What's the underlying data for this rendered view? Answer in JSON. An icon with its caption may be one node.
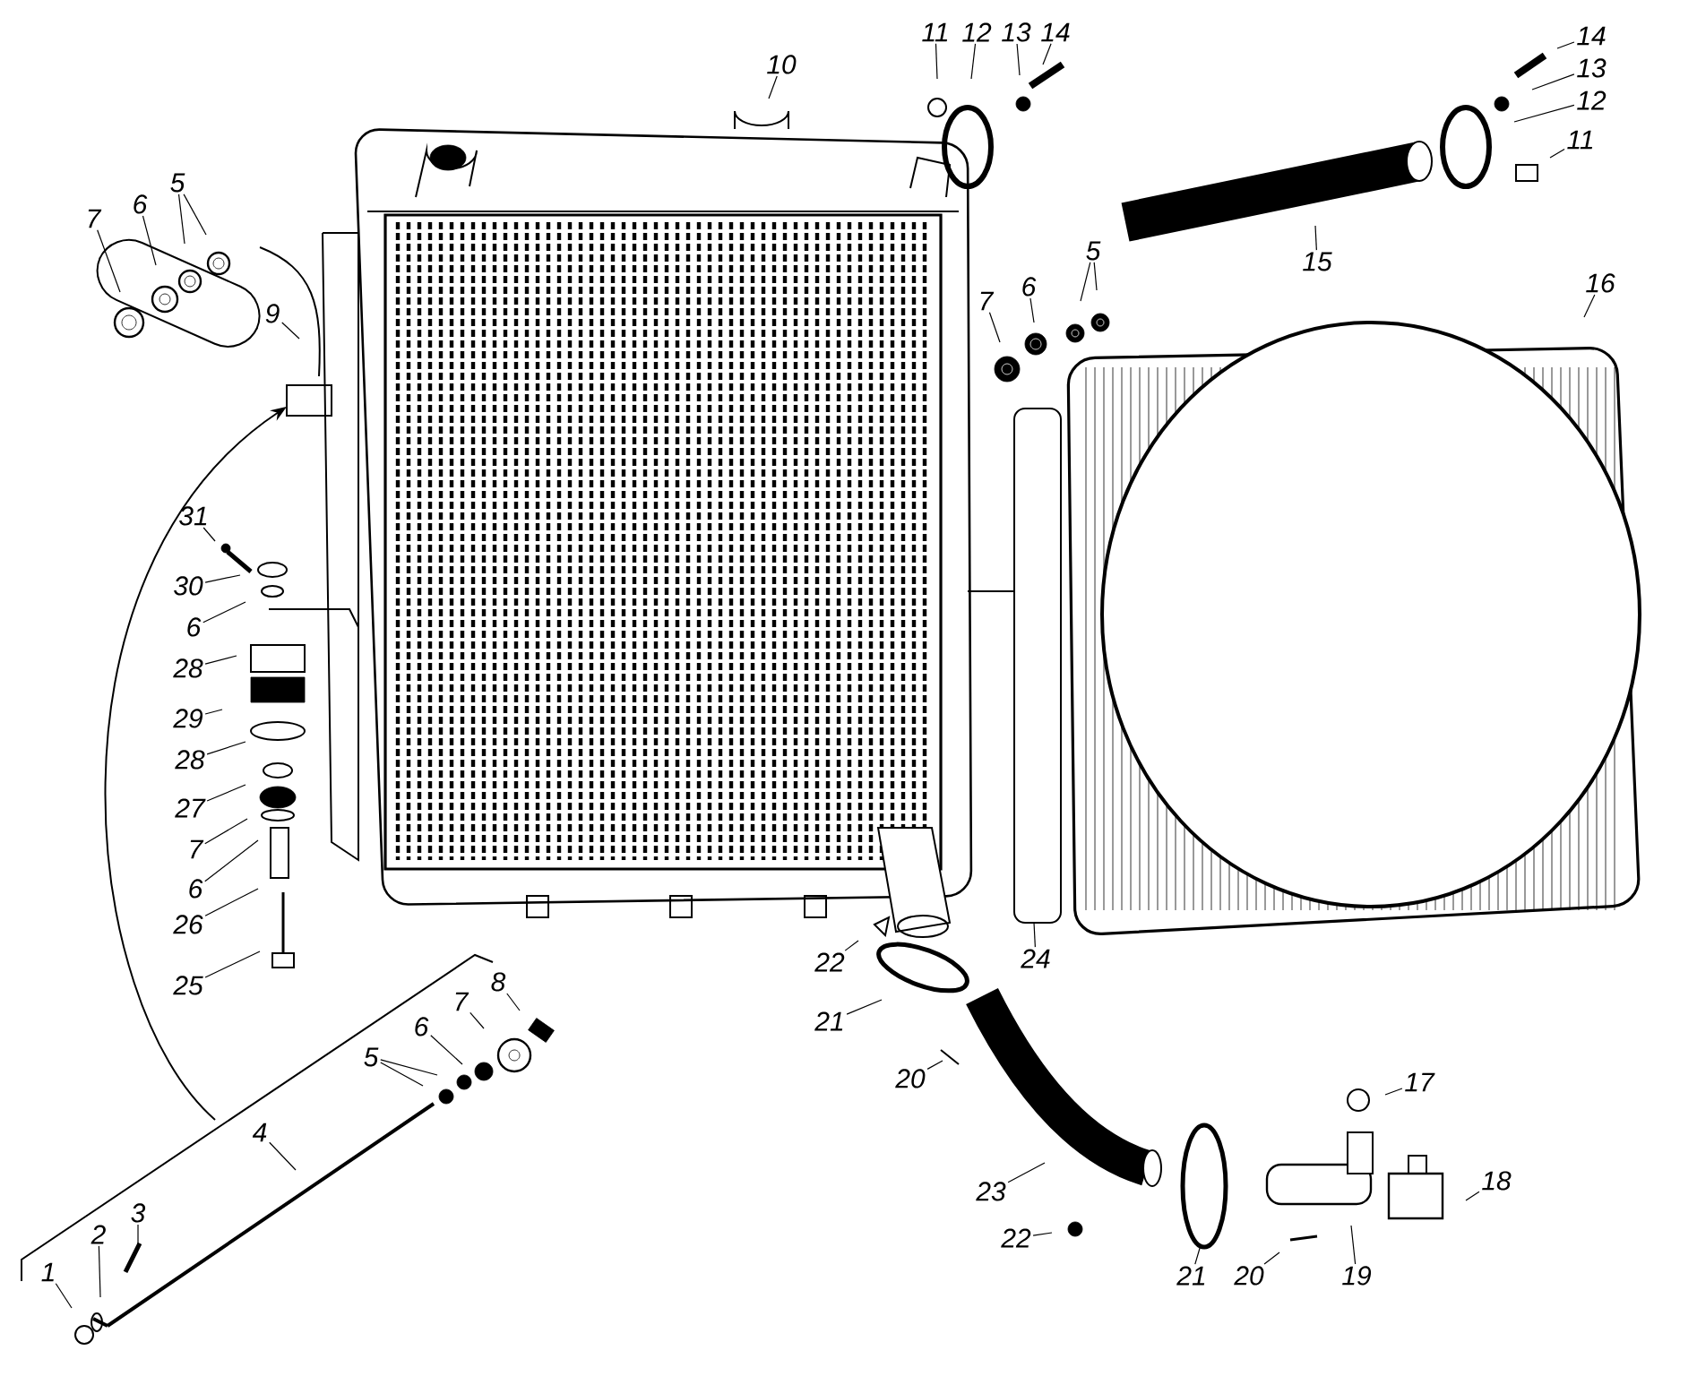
{
  "diagram": {
    "nodes": [
      {
        "text": [
          "11"
        ]
      },
      {
        "text": [
          "12"
        ]
      },
      {
        "text": [
          "13"
        ]
      },
      {
        "text": [
          "14"
        ]
      },
      {
        "text": [
          "14"
        ]
      },
      {
        "text": [
          "10"
        ]
      },
      {
        "text": [
          "13"
        ]
      },
      {
        "text": [
          "12"
        ]
      },
      {
        "text": [
          "11"
        ]
      },
      {
        "text": [
          "5"
        ]
      },
      {
        "text": [
          "6"
        ]
      },
      {
        "text": [
          "7"
        ]
      },
      {
        "text": [
          "15"
        ]
      },
      {
        "text": [
          "5"
        ]
      },
      {
        "text": [
          "16"
        ]
      },
      {
        "text": [
          "6"
        ]
      },
      {
        "text": [
          "7"
        ]
      },
      {
        "text": [
          "9"
        ]
      },
      {
        "text": [
          "31"
        ]
      },
      {
        "text": [
          "30"
        ]
      },
      {
        "text": [
          "6"
        ]
      },
      {
        "text": [
          "28"
        ]
      },
      {
        "text": [
          "29"
        ]
      },
      {
        "text": [
          "28"
        ]
      },
      {
        "text": [
          "27"
        ]
      },
      {
        "text": [
          "7"
        ]
      },
      {
        "text": [
          "6"
        ]
      },
      {
        "text": [
          "26"
        ]
      },
      {
        "text": [
          "25"
        ]
      },
      {
        "text": [
          "22"
        ]
      },
      {
        "text": [
          "24"
        ]
      },
      {
        "text": [
          "8"
        ]
      },
      {
        "text": [
          "7"
        ]
      },
      {
        "text": [
          "21"
        ]
      },
      {
        "text": [
          "6"
        ]
      },
      {
        "text": [
          "5"
        ]
      },
      {
        "text": [
          "20"
        ]
      },
      {
        "text": [
          "17"
        ]
      },
      {
        "text": [
          "4"
        ]
      },
      {
        "text": [
          "18"
        ]
      },
      {
        "text": [
          "23"
        ]
      },
      {
        "text": [
          "3"
        ]
      },
      {
        "text": [
          "22"
        ]
      },
      {
        "text": [
          "2"
        ]
      },
      {
        "text": [
          "1"
        ]
      },
      {
        "text": [
          "21"
        ]
      },
      {
        "text": [
          "20"
        ]
      },
      {
        "text": [
          "19"
        ]
      }
    ],
    "edges": [
      {
        "from": 0,
        "to": null,
        "arrow": "none"
      },
      {
        "from": 1,
        "to": null,
        "arrow": "none"
      },
      {
        "from": 2,
        "to": null,
        "arrow": "none"
      },
      {
        "from": 3,
        "to": null,
        "arrow": "none"
      },
      {
        "from": 4,
        "to": null,
        "arrow": "none"
      },
      {
        "from": 5,
        "to": null,
        "arrow": "none"
      },
      {
        "from": 6,
        "to": null,
        "arrow": "none"
      },
      {
        "from": 7,
        "to": null,
        "arrow": "none"
      },
      {
        "from": 8,
        "to": null,
        "arrow": "none"
      },
      {
        "from": 9,
        "to": null,
        "arrow": "none"
      },
      {
        "from": 9,
        "to": null,
        "arrow": "none"
      },
      {
        "from": 10,
        "to": null,
        "arrow": "none"
      },
      {
        "from": 11,
        "to": null,
        "arrow": "none"
      },
      {
        "from": 12,
        "to": null,
        "arrow": "none"
      },
      {
        "from": 13,
        "to": null,
        "arrow": "none"
      },
      {
        "from": 13,
        "to": null,
        "arrow": "none"
      },
      {
        "from": 14,
        "to": null,
        "arrow": "none"
      },
      {
        "from": 15,
        "to": null,
        "arrow": "none"
      },
      {
        "from": 16,
        "to": null,
        "arrow": "none"
      },
      {
        "from": 17,
        "to": null,
        "arrow": "none"
      },
      {
        "from": 18,
        "to": null,
        "arrow": "none"
      },
      {
        "from": 19,
        "to": null,
        "arrow": "none"
      },
      {
        "from": 20,
        "to": null,
        "arrow": "none"
      },
      {
        "from": 21,
        "to": null,
        "arrow": "none"
      },
      {
        "from": 22,
        "to": null,
        "arrow": "none"
      },
      {
        "from": 23,
        "to": null,
        "arrow": "none"
      },
      {
        "from": 24,
        "to": null,
        "arrow": "none"
      },
      {
        "from": 25,
        "to": null,
        "arrow": "none"
      },
      {
        "from": 26,
        "to": null,
        "arrow": "none"
      },
      {
        "from": 27,
        "to": null,
        "arrow": "none"
      },
      {
        "from": 28,
        "to": null,
        "arrow": "none"
      },
      {
        "from": 29,
        "to": null,
        "arrow": "none"
      },
      {
        "from": 30,
        "to": null,
        "arrow": "none"
      },
      {
        "from": 31,
        "to": null,
        "arrow": "none"
      },
      {
        "from": 32,
        "to": null,
        "arrow": "none"
      },
      {
        "from": 33,
        "to": null,
        "arrow": "none"
      },
      {
        "from": 34,
        "to": null,
        "arrow": "none"
      },
      {
        "from": 35,
        "to": null,
        "arrow": "none"
      },
      {
        "from": 35,
        "to": null,
        "arrow": "none"
      },
      {
        "from": 36,
        "to": null,
        "arrow": "none"
      },
      {
        "from": 37,
        "to": null,
        "arrow": "none"
      },
      {
        "from": 38,
        "to": null,
        "arrow": "none"
      },
      {
        "from": 39,
        "to": null,
        "arrow": "none"
      },
      {
        "from": 40,
        "to": null,
        "arrow": "none"
      },
      {
        "from": 41,
        "to": null,
        "arrow": "none"
      },
      {
        "from": 42,
        "to": null,
        "arrow": "none"
      },
      {
        "from": 43,
        "to": null,
        "arrow": "none"
      },
      {
        "from": 44,
        "to": null,
        "arrow": "none"
      },
      {
        "from": 45,
        "to": null,
        "arrow": "none"
      },
      {
        "from": 46,
        "to": null,
        "arrow": "none"
      },
      {
        "from": 47,
        "to": null,
        "arrow": "none"
      }
    ]
  }
}
